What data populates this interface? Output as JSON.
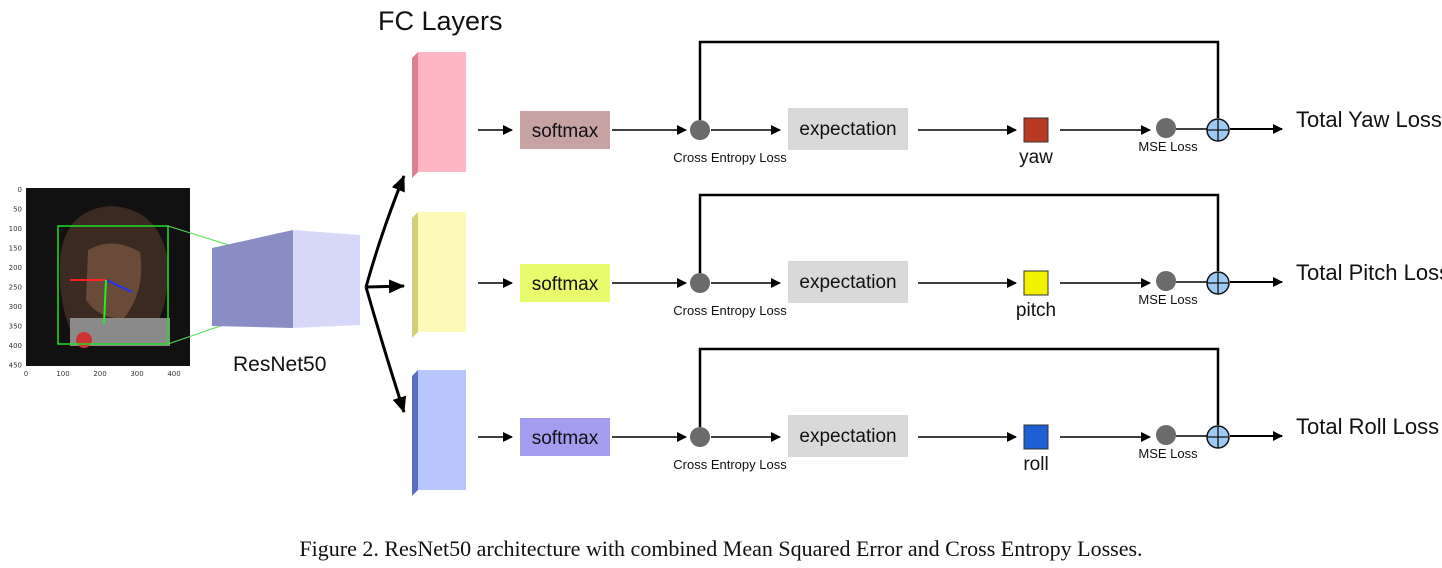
{
  "fc_layers_label": "FC Layers",
  "backbone_label": "ResNet50",
  "face_image": {
    "y_ticks": [
      "0",
      "50",
      "100",
      "150",
      "200",
      "250",
      "300",
      "350",
      "400",
      "450"
    ],
    "x_ticks": [
      "0",
      "100",
      "200",
      "300",
      "400"
    ]
  },
  "branches": [
    {
      "key": "yaw",
      "fc_color": "#ffb6c4",
      "fc_side": "#d98092",
      "softmax_label": "softmax",
      "softmax_color": "#c7a2a2",
      "cross_entropy_label": "Cross Entropy Loss",
      "expectation_label": "expectation",
      "output_label": "yaw",
      "output_color": "#b83a22",
      "mse_label": "MSE Loss",
      "total_label": "Total Yaw Loss"
    },
    {
      "key": "pitch",
      "fc_color": "#fdfab8",
      "fc_side": "#d3ce7a",
      "softmax_label": "softmax",
      "softmax_color": "#e8fb6c",
      "cross_entropy_label": "Cross Entropy Loss",
      "expectation_label": "expectation",
      "output_label": "pitch",
      "output_color": "#f2f200",
      "mse_label": "MSE Loss",
      "total_label": "Total Pitch Loss"
    },
    {
      "key": "roll",
      "fc_color": "#b9c6fb",
      "fc_side": "#5b6fc0",
      "softmax_label": "softmax",
      "softmax_color": "#a49cee",
      "cross_entropy_label": "Cross Entropy Loss",
      "expectation_label": "expectation",
      "output_label": "roll",
      "output_color": "#1f5fd3",
      "mse_label": "MSE Loss",
      "total_label": "Total Roll Loss"
    }
  ],
  "caption": "Figure 2. ResNet50 architecture with combined Mean Squared Error and Cross Entropy Losses."
}
